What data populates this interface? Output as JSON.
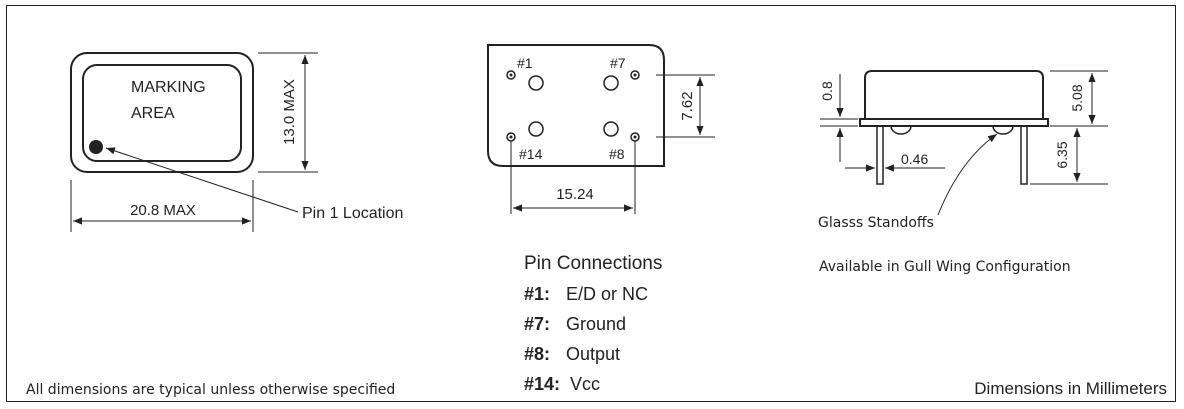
{
  "top_view": {
    "marking_area_line1": "MARKING",
    "marking_area_line2": "AREA",
    "height_label": "13.0 MAX",
    "width_label": "20.8 MAX",
    "pin1_label": "Pin 1 Location"
  },
  "bottom_view": {
    "pin_1": "#1",
    "pin_7": "#7",
    "pin_14": "#14",
    "pin_8": "#8",
    "pin_spacing_vertical": "7.62",
    "pin_spacing_horizontal": "15.24"
  },
  "pin_connections": {
    "title": "Pin Connections",
    "items": [
      {
        "pin": "#1:",
        "function": "E/D or NC"
      },
      {
        "pin": "#7:",
        "function": "Ground"
      },
      {
        "pin": "#8:",
        "function": "Output"
      },
      {
        "pin": "#14:",
        "function": "Vcc"
      }
    ]
  },
  "side_view": {
    "standoff_height": "0.8",
    "body_height": "5.08",
    "pin_diameter": "0.46",
    "pin_length": "6.35",
    "standoffs_label": "Glasss Standoffs",
    "gull_wing_note": "Available in Gull Wing Configuration"
  },
  "footer": {
    "left_note": "All dimensions are typical unless otherwise specified",
    "right_note": "Dimensions in Millimeters"
  }
}
